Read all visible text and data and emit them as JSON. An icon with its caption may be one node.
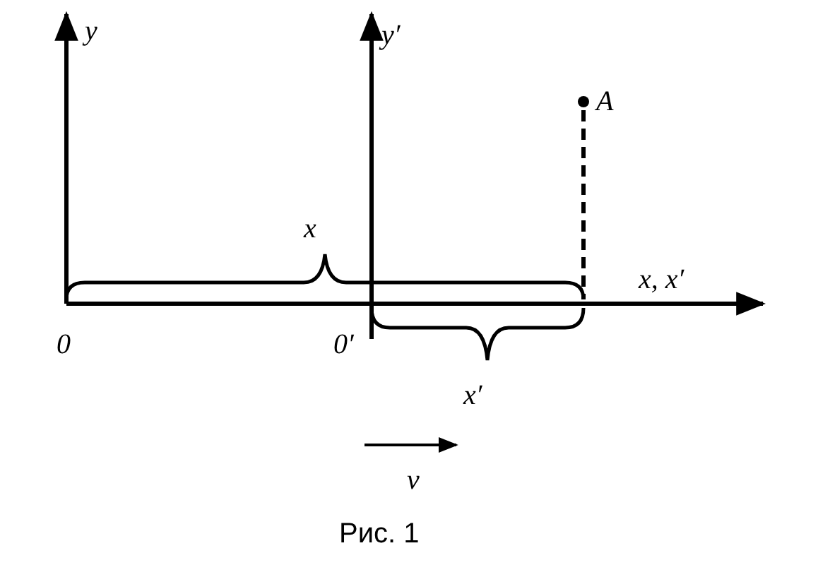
{
  "diagram": {
    "caption": "Рис. 1",
    "labels": [
      "y",
      "y′",
      "A",
      "x",
      "x, x′",
      "0",
      "0′",
      "x′",
      "v"
    ]
  }
}
